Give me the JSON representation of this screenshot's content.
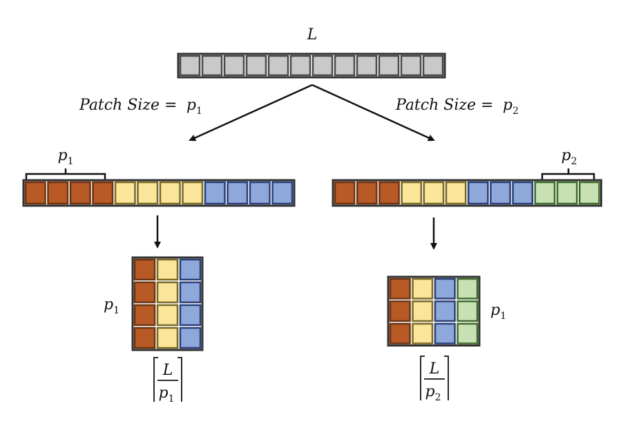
{
  "colors": {
    "gray_fill": "#c9c9c9",
    "gray_border": "#4a4a4a",
    "orange_fill": "#b85a26",
    "orange_border": "#6a3414",
    "yellow_fill": "#fbe59a",
    "yellow_border": "#7a6a26",
    "blue_fill": "#8fa8da",
    "blue_border": "#2a3f78",
    "green_fill": "#c7e1b5",
    "green_border": "#3e6b2a",
    "line": "#111111"
  },
  "labels": {
    "sequence_length": "L",
    "patch_size_text": "Patch Size =",
    "p": "p",
    "sub_1": "1",
    "sub_2": "2",
    "fraction_numerator": "L"
  },
  "input_sequence": {
    "cell_count": 12,
    "color": "gray"
  },
  "left_branch": {
    "patch_size": 4,
    "num_patches": 3,
    "patch_colors": [
      "orange",
      "yellow",
      "blue"
    ]
  },
  "right_branch": {
    "patch_size": 3,
    "num_patches": 4,
    "patch_colors": [
      "orange",
      "yellow",
      "blue",
      "green"
    ]
  }
}
